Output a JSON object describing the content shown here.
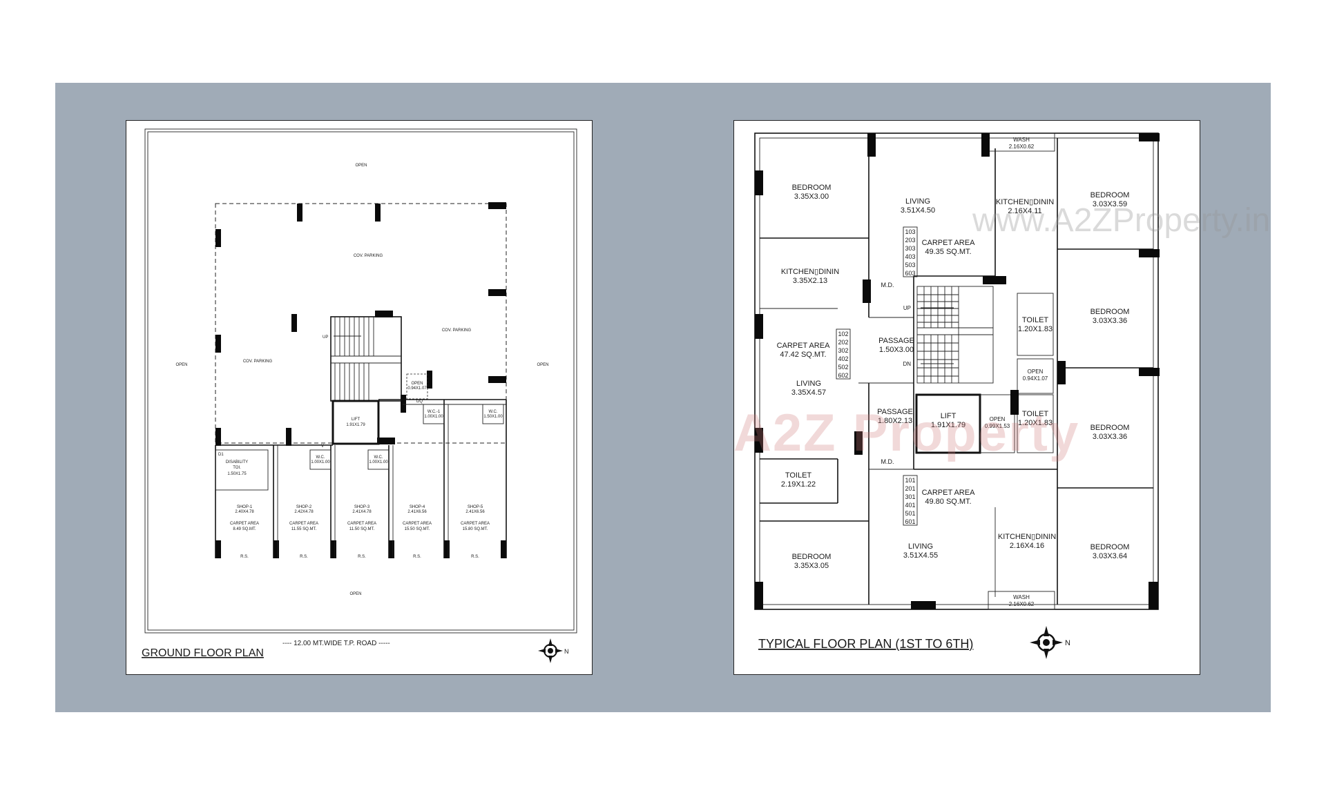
{
  "colors": {
    "backdrop": "#a0abb7",
    "sheet": "#ffffff",
    "walls": "#111111"
  },
  "ground": {
    "title": "GROUND FLOOR PLAN",
    "road": "---- 12.00 MT.WIDE T.P. ROAD -----",
    "open": "OPEN",
    "cov_parking": "COV. PARKING",
    "up": "UP",
    "lift_name": "LIFT",
    "lift_dim": "1.91X1.79",
    "open_small": "OPEN",
    "open_small_dim": "0.94X1.07",
    "wc1_name": "W.C.-1",
    "wc1_dim": "1.00X1.00",
    "wc_name": "W.C.",
    "wc_dim": "1.00X1.00",
    "wc5_dim": "1.50X1.00",
    "dis_line1": "DISABILITY",
    "dis_line2": "TOI.",
    "dis_dim": "1.50X1.75",
    "d1": "D1",
    "dq": "DQ",
    "v": "V",
    "carpet_area": "CARPET AREA",
    "rs": "R.S.",
    "shops": [
      {
        "name": "SHOP-1",
        "dim": "2.40X4.78",
        "area": "8.49 SQ.MT."
      },
      {
        "name": "SHOP-2",
        "dim": "2.42X4.78",
        "area": "11.55 SQ.MT."
      },
      {
        "name": "SHOP-3",
        "dim": "2.41X4.78",
        "area": "11.50 SQ.MT."
      },
      {
        "name": "SHOP-4",
        "dim": "2.41X6.56",
        "area": "15.50 SQ.MT."
      },
      {
        "name": "SHOP-5",
        "dim": "2.41X6.56",
        "area": "15.80 SQ.MT."
      }
    ],
    "north": "N"
  },
  "typical": {
    "title": "TYPICAL FLOOR PLAN (1ST TO 6TH)",
    "north": "N",
    "wash": "WASH",
    "wash_dim": "2.16X0.62",
    "bedroom": "BEDROOM",
    "living": "LIVING",
    "kitchen": "KITCHEN▯DININ",
    "toilet": "TOILET",
    "passage": "PASSAGE",
    "lift": "LIFT",
    "lift_dim": "1.91X1.79",
    "open": "OPEN",
    "md": "M.D.",
    "up": "UP",
    "dn": "DN",
    "carpet_area": "CARPET AREA",
    "tl_bed_dim": "3.35X3.00",
    "top_living_dim": "3.51X4.50",
    "top_kitchen_dim": "2.16X4.11",
    "tr_bed1_dim": "3.03X3.59",
    "left_kitchen_dim": "3.35X2.13",
    "left_area": "47.42 SQ.MT.",
    "left_living_dim": "3.35X4.57",
    "top_area": "49.35 SQ.MT.",
    "passage1_dim": "1.50X3.00",
    "passage2_dim": "1.80X2.13",
    "toilet_r1_dim": "1.20X1.83",
    "toilet_r2_dim": "1.20X1.83",
    "open_r_dim": "0.94X1.07",
    "open_lift_dim": "0.99X1.53",
    "tr_bed2_dim": "3.03X3.36",
    "tr_bed3_dim": "3.03X3.36",
    "bottom_area": "49.80 SQ.MT.",
    "bl_toilet_dim": "2.19X1.22",
    "bl_bed_dim": "3.35X3.05",
    "bottom_living_dim": "3.51X4.55",
    "bottom_kitchen_dim": "2.16X4.16",
    "br_bed_dim": "3.03X3.64",
    "units_top": [
      "103",
      "203",
      "303",
      "403",
      "503",
      "603"
    ],
    "units_left": [
      "102",
      "202",
      "302",
      "402",
      "502",
      "602"
    ],
    "units_bottom": [
      "101",
      "201",
      "301",
      "401",
      "501",
      "601"
    ]
  },
  "watermarks": {
    "url": "www.A2ZProperty.in",
    "logo": "A2Z Property"
  }
}
